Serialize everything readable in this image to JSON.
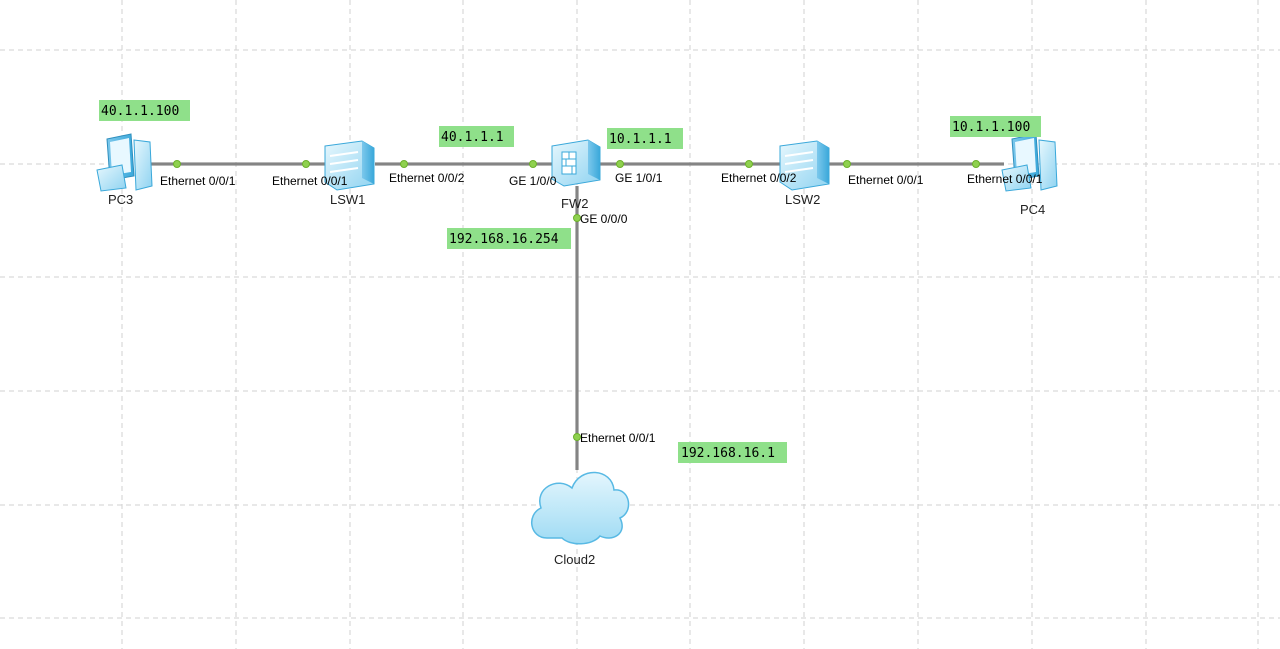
{
  "devices": {
    "pc3": {
      "name": "PC3"
    },
    "lsw1": {
      "name": "LSW1"
    },
    "fw2": {
      "name": "FW2"
    },
    "lsw2": {
      "name": "LSW2"
    },
    "pc4": {
      "name": "PC4"
    },
    "cloud2": {
      "name": "Cloud2"
    }
  },
  "ports": {
    "pc3_eth": "Ethernet 0/0/1",
    "lsw1_eth1": "Ethernet 0/0/1",
    "lsw1_eth2": "Ethernet 0/0/2",
    "fw2_ge100": "GE 1/0/0",
    "fw2_ge101": "GE 1/0/1",
    "fw2_ge000": "GE 0/0/0",
    "lsw2_eth2": "Ethernet 0/0/2",
    "lsw2_eth1": "Ethernet 0/0/1",
    "pc4_eth": "Ethernet 0/0/1",
    "cloud2_eth": "Ethernet 0/0/1"
  },
  "ip_labels": {
    "pc3": "40.1.1.100",
    "fw2_left": "40.1.1.1",
    "fw2_right": "10.1.1.1",
    "pc4": "10.1.1.100",
    "fw2_down": "192.168.16.254",
    "cloud2": "192.168.16.1"
  },
  "colors": {
    "ip_label_bg": "#8fe08a",
    "port_dot": "#8fd14f",
    "link": "#6f6f6f",
    "device_body": "#bfe8f8",
    "device_edge": "#3aa8da"
  }
}
